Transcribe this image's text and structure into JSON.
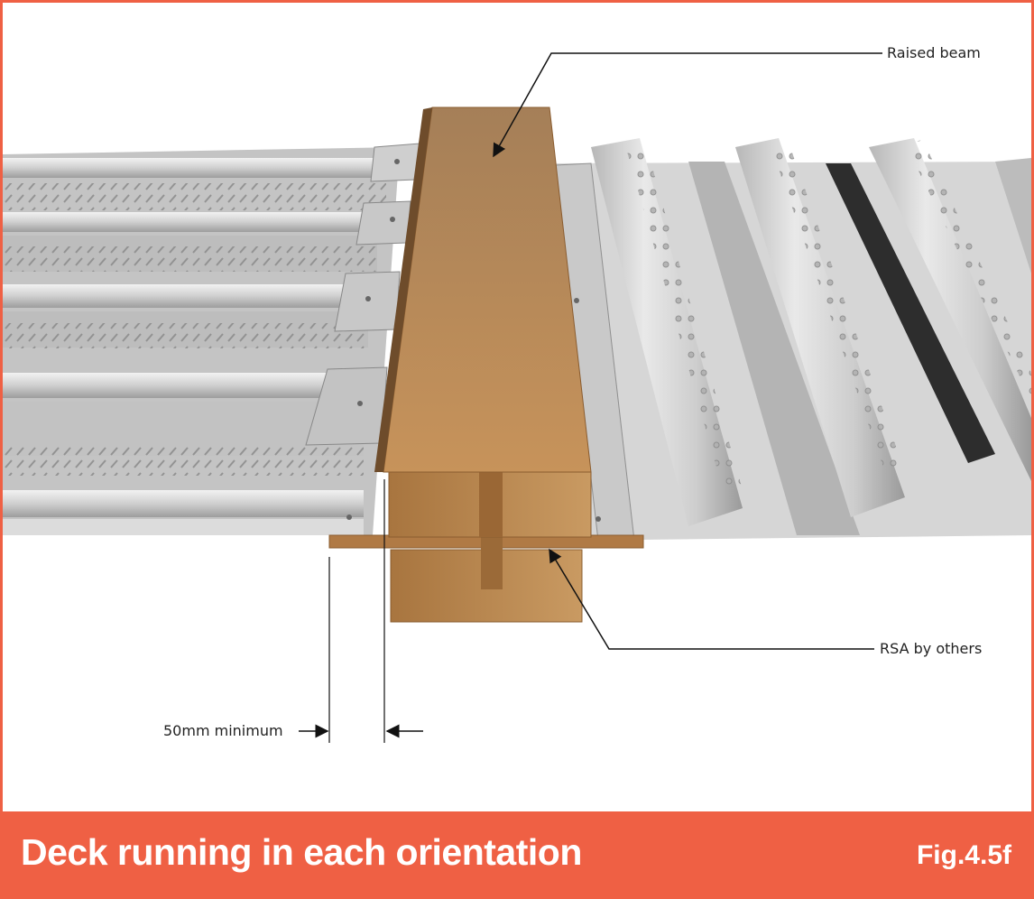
{
  "labels": {
    "raised_beam": "Raised beam",
    "rsa": "RSA by others",
    "min_bearing": "50mm minimum"
  },
  "footer": {
    "title": "Deck running in each orientation",
    "figure": "Fig.4.5f"
  },
  "colors": {
    "accent": "#ef6044",
    "beam": "#b98a55",
    "steel": "#c9c9c9"
  }
}
